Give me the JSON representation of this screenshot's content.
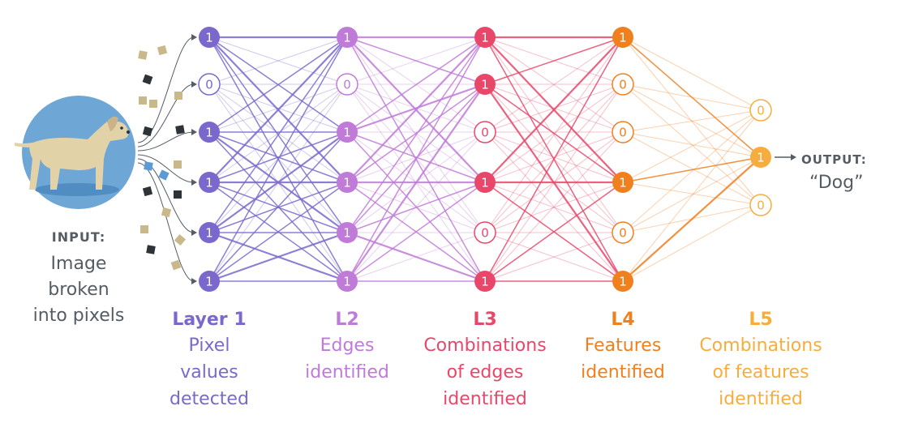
{
  "input": {
    "heading": "INPUT:",
    "description_lines": [
      "Image",
      "broken",
      "into pixels"
    ]
  },
  "output": {
    "heading": "OUTPUT:",
    "value": "“Dog”"
  },
  "layers": [
    {
      "name": "Layer 1",
      "desc": [
        "Pixel",
        "values",
        "detected"
      ],
      "color": "#7b68cc",
      "values": [
        "1",
        "0",
        "1",
        "1",
        "1",
        "1"
      ]
    },
    {
      "name": "L2",
      "desc": [
        "Edges",
        "identified"
      ],
      "color": "#c07ad8",
      "values": [
        "1",
        "0",
        "1",
        "1",
        "1",
        "1"
      ]
    },
    {
      "name": "L3",
      "desc": [
        "Combinations",
        "of edges",
        "identified"
      ],
      "color": "#e8476a",
      "values": [
        "1",
        "1",
        "0",
        "1",
        "0",
        "1"
      ]
    },
    {
      "name": "L4",
      "desc": [
        "Features",
        "identified"
      ],
      "color": "#f07f1e",
      "values": [
        "1",
        "0",
        "0",
        "1",
        "0",
        "1"
      ]
    },
    {
      "name": "L5",
      "desc": [
        "Combinations",
        "of features",
        "identified"
      ],
      "color": "#f6ad3d",
      "values": [
        "0",
        "1",
        "0"
      ]
    }
  ],
  "colors": {
    "text_gray": "#555c63",
    "dog_circle": "#6ea7d6",
    "pixel_tan": "#c9b98a",
    "pixel_dark": "#2e3338",
    "pixel_blue": "#5b9bd5"
  }
}
